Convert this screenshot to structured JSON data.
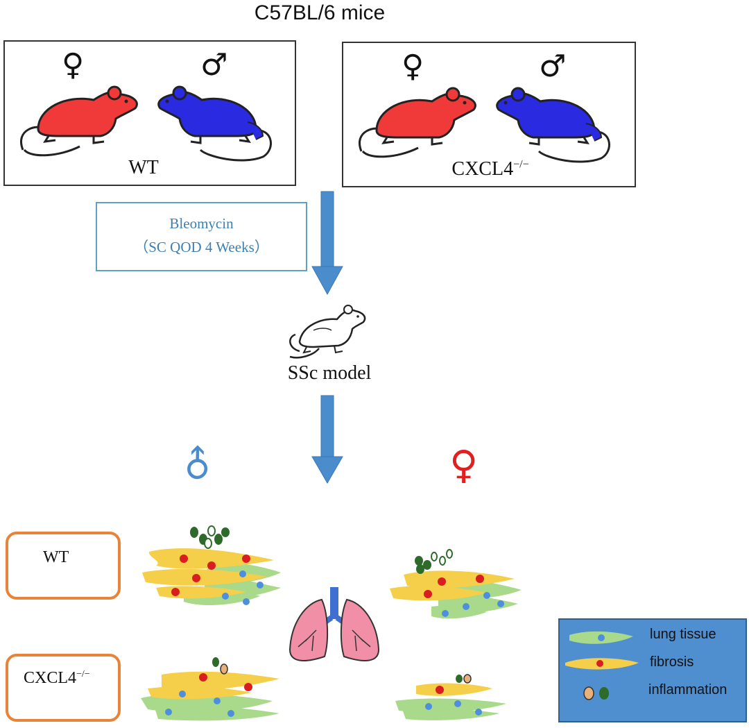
{
  "title": "C57BL/6 mice",
  "groups": [
    {
      "label": "WT",
      "female_symbol": "♀",
      "male_symbol": "♂"
    },
    {
      "label": "CXCL4",
      "label_sup": "−/−",
      "female_symbol": "♀",
      "male_symbol": "♂"
    }
  ],
  "treatment": {
    "line1": "Bleomycin",
    "line2": "（SC QOD 4 Weeks）"
  },
  "model_label": "SSc model",
  "sex_symbols": {
    "male": "♂",
    "female": "♀"
  },
  "rows": [
    {
      "label": "WT"
    },
    {
      "label": "CXCL4",
      "label_sup": "−/−"
    }
  ],
  "legend": {
    "items": [
      {
        "label": "lung tissue"
      },
      {
        "label": "fibrosis"
      },
      {
        "label": "inflammation"
      }
    ]
  },
  "colors": {
    "female_mouse": "#f03a3a",
    "male_mouse": "#2a2ae0",
    "arrow": "#4a8ccc",
    "treatment_text": "#3d7fb0",
    "row_border": "#e8843a",
    "male_symbol_bottom": "#4a8ccc",
    "female_symbol_bottom": "#e02020",
    "lung_tissue": "#a9d98a",
    "fibrosis": "#f6cf4a",
    "nucleus_red": "#d81e1e",
    "nucleus_blue": "#4d8fdc",
    "inflammation_dark": "#2e6b2a",
    "inflammation_light": "#e9b07a",
    "lung": "#f08fa6",
    "legend_bg": "#4f8fcf"
  }
}
